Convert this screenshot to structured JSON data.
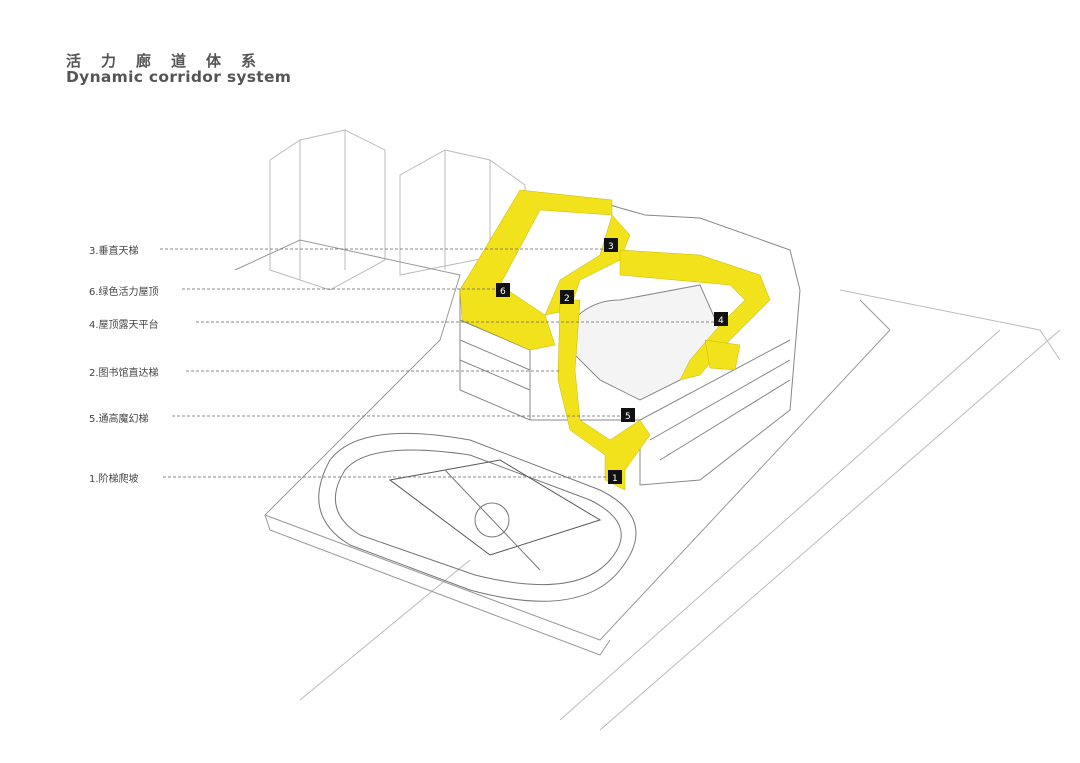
{
  "title": {
    "cn": "活力廊道体系",
    "en": "Dynamic corridor system"
  },
  "colors": {
    "corridor": "#f2e21c",
    "line": "#9a9a9a",
    "marker": "#111111"
  },
  "labels": [
    {
      "num": "3",
      "text": "3.垂直天梯"
    },
    {
      "num": "6",
      "text": "6.绿色活力屋顶"
    },
    {
      "num": "4",
      "text": "4.屋顶露天平台"
    },
    {
      "num": "2",
      "text": "2.图书馆直达梯"
    },
    {
      "num": "5",
      "text": "5.通高魔幻梯"
    },
    {
      "num": "1",
      "text": "1.阶梯爬坡"
    }
  ]
}
